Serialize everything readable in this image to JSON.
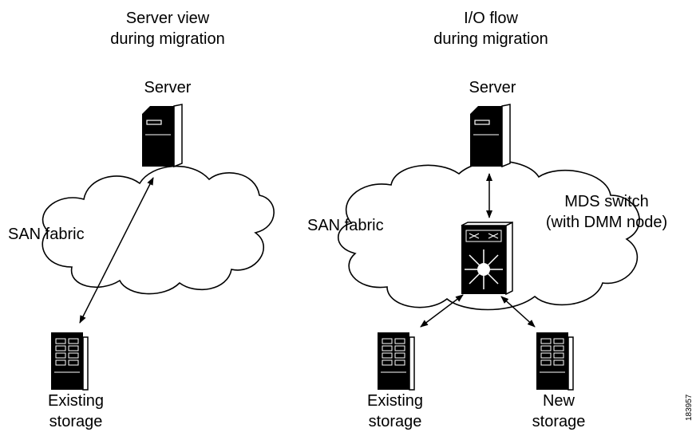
{
  "left": {
    "title_line1": "Server view",
    "title_line2": "during migration",
    "server_label": "Server",
    "fabric_label": "SAN fabric",
    "storage_line1": "Existing",
    "storage_line2": "storage"
  },
  "right": {
    "title_line1": "I/O flow",
    "title_line2": "during migration",
    "server_label": "Server",
    "fabric_label": "SAN fabric",
    "switch_line1": "MDS switch",
    "switch_line2": "(with DMM node)",
    "existing_line1": "Existing",
    "existing_line2": "storage",
    "new_line1": "New",
    "new_line2": "storage"
  },
  "figure_id": "183957"
}
